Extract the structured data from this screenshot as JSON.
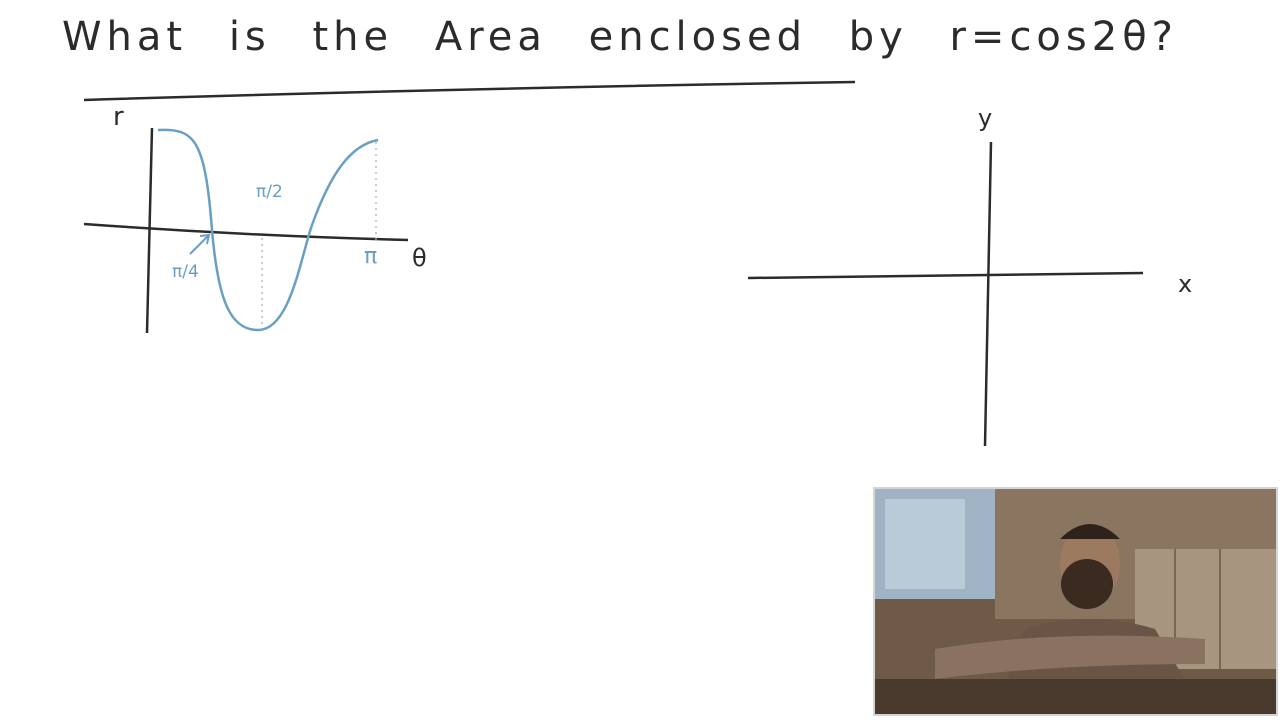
{
  "slide": {
    "title": "What is the Area enclosed by r=cos2θ?"
  },
  "left_graph": {
    "vertical_axis_label": "r",
    "horizontal_axis_label": "θ",
    "tick_pi_over_4": "π/4",
    "tick_pi_over_2": "π/2",
    "tick_pi": "π",
    "curve_color": "#6a9ec2"
  },
  "right_graph": {
    "x_axis_label": "x",
    "y_axis_label": "y"
  },
  "colors": {
    "ink": "#2b2b2b",
    "blue_ink": "#6a9ec2",
    "background": "#ffffff"
  }
}
